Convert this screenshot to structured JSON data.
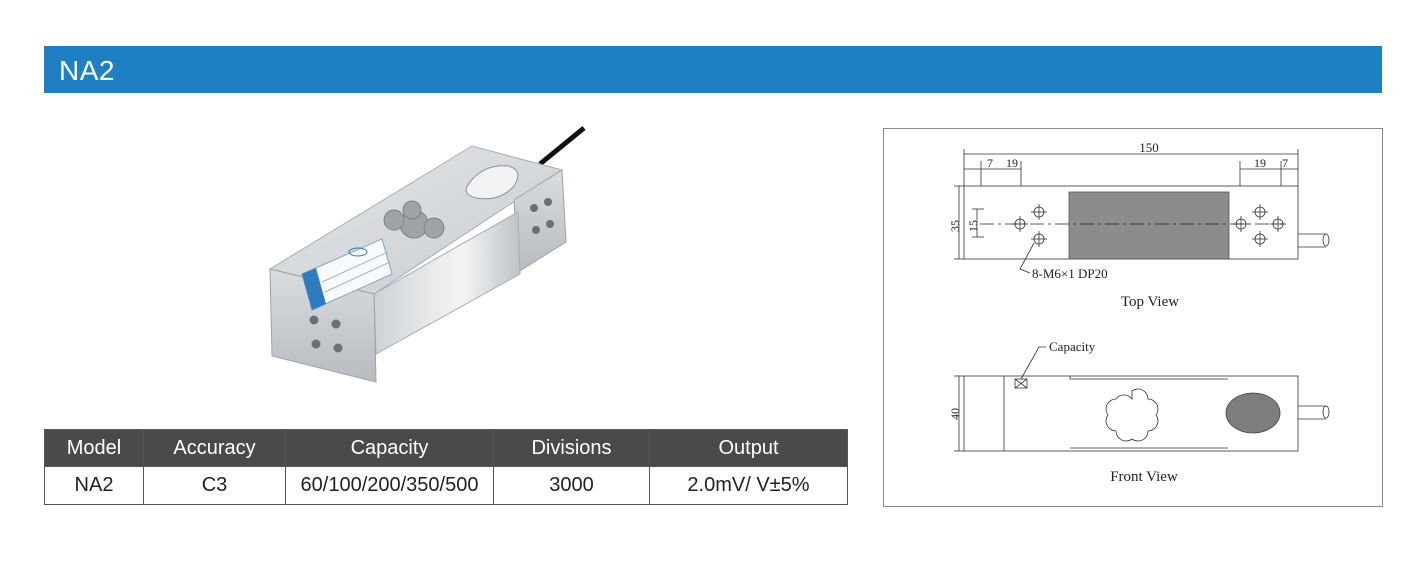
{
  "header": {
    "title": "NA2"
  },
  "table": {
    "headers": [
      "Model",
      "Accuracy",
      "Capacity",
      "Divisions",
      "Output"
    ],
    "rows": [
      [
        "NA2",
        "C3",
        "60/100/200/350/500",
        "3000",
        "2.0mV/ V±5%"
      ]
    ]
  },
  "drawing": {
    "dims": {
      "overall": "150",
      "left_outer": "7",
      "left_inner": "19",
      "right_inner": "19",
      "right_outer": "7",
      "width": "35",
      "hole_spacing": "15",
      "height": "40"
    },
    "thread_note": "8-M6×1 DP20",
    "top_view_caption": "Top View",
    "capacity_label": "Capacity",
    "front_view_caption": "Front View"
  },
  "colors": {
    "header_bg": "#1f7fc3",
    "table_header_bg": "#4a4a4a",
    "strain_area": "#8c8c8c"
  }
}
